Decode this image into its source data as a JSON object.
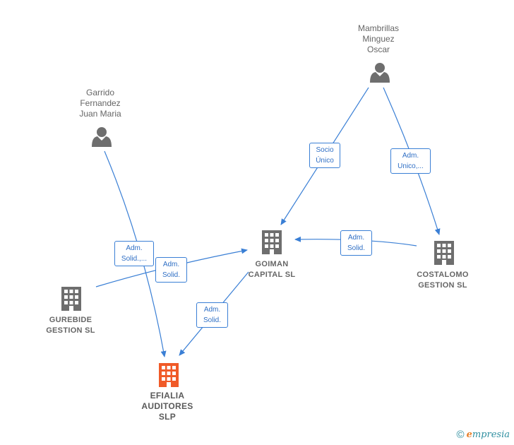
{
  "nodes": {
    "garrido": {
      "label": "Garrido\nFernandez\nJuan Maria"
    },
    "mambrillas": {
      "label": "Mambrillas\nMinguez\nOscar"
    },
    "goiman": {
      "label": "GOIMAN\nCAPITAL  SL"
    },
    "costalomo": {
      "label": "COSTALOMO\nGESTION  SL"
    },
    "gurebide": {
      "label": "GUREBIDE\nGESTION  SL"
    },
    "efialia": {
      "label": "EFIALIA\nAUDITORES\nSLP"
    }
  },
  "edges": {
    "mambrillas_goiman": "Socio\nÚnico",
    "mambrillas_costalomo": "Adm.\nUnico,...",
    "costalomo_goiman": "Adm.\nSolid.",
    "garrido_efialia": "Adm.\nSolid.,...",
    "gurebide_goiman": "Adm.\nSolid.",
    "goiman_efialia": "Adm.\nSolid."
  },
  "colors": {
    "edge": "#3a7fd5",
    "node": "#6e6e6e",
    "focus": "#f05a28"
  },
  "footer": {
    "copyright": "©",
    "brand_initial": "e",
    "brand_rest": "mpresia"
  }
}
